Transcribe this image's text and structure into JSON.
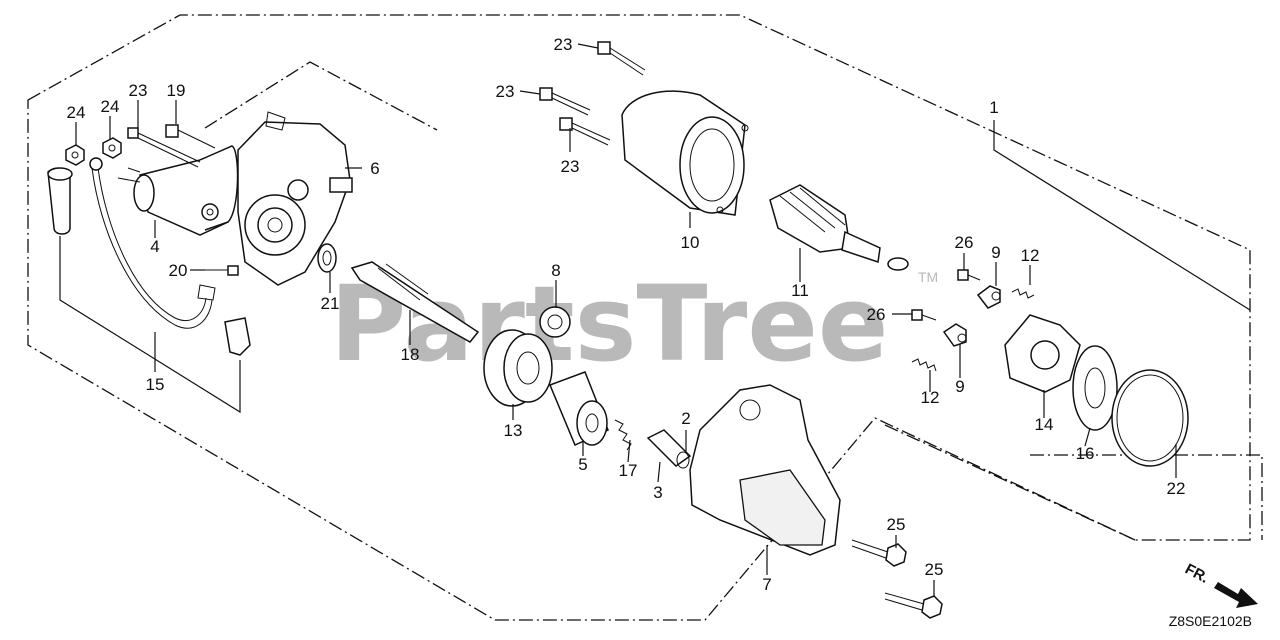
{
  "diagram": {
    "diagram_code": "Z8S0E2102B",
    "direction_label": "FR.",
    "watermark": "PartsTree",
    "watermark_mark": "TM",
    "callouts": [
      {
        "id": "c1",
        "label": "1"
      },
      {
        "id": "c2",
        "label": "2"
      },
      {
        "id": "c3",
        "label": "3"
      },
      {
        "id": "c4",
        "label": "4"
      },
      {
        "id": "c5",
        "label": "5"
      },
      {
        "id": "c6",
        "label": "6"
      },
      {
        "id": "c7",
        "label": "7"
      },
      {
        "id": "c8",
        "label": "8"
      },
      {
        "id": "c9a",
        "label": "9"
      },
      {
        "id": "c9b",
        "label": "9"
      },
      {
        "id": "c10",
        "label": "10"
      },
      {
        "id": "c11",
        "label": "11"
      },
      {
        "id": "c12a",
        "label": "12"
      },
      {
        "id": "c12b",
        "label": "12"
      },
      {
        "id": "c13",
        "label": "13"
      },
      {
        "id": "c14",
        "label": "14"
      },
      {
        "id": "c15",
        "label": "15"
      },
      {
        "id": "c16",
        "label": "16"
      },
      {
        "id": "c17",
        "label": "17"
      },
      {
        "id": "c18",
        "label": "18"
      },
      {
        "id": "c19",
        "label": "19"
      },
      {
        "id": "c20",
        "label": "20"
      },
      {
        "id": "c21",
        "label": "21"
      },
      {
        "id": "c22",
        "label": "22"
      },
      {
        "id": "c23a",
        "label": "23"
      },
      {
        "id": "c23b",
        "label": "23"
      },
      {
        "id": "c23c",
        "label": "23"
      },
      {
        "id": "c23d",
        "label": "23"
      },
      {
        "id": "c24a",
        "label": "24"
      },
      {
        "id": "c24b",
        "label": "24"
      },
      {
        "id": "c25a",
        "label": "25"
      },
      {
        "id": "c25b",
        "label": "25"
      },
      {
        "id": "c26a",
        "label": "26"
      },
      {
        "id": "c26b",
        "label": "26"
      }
    ]
  }
}
